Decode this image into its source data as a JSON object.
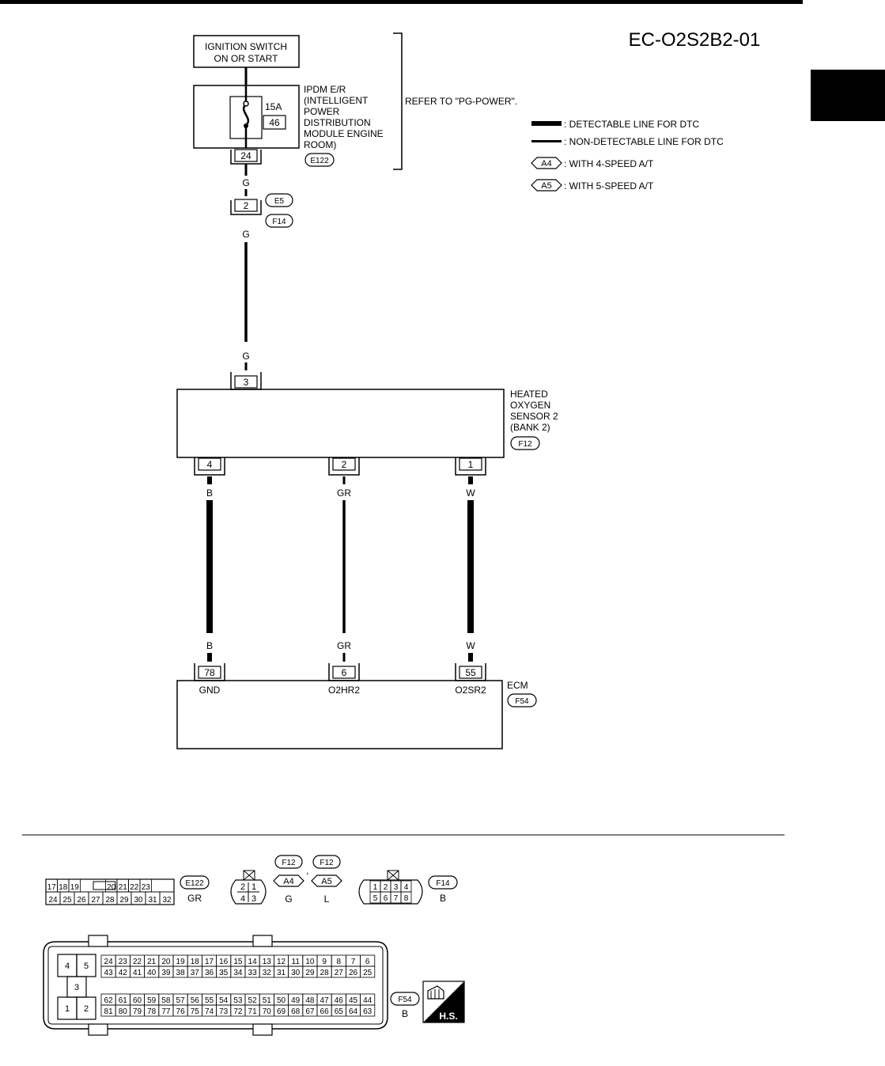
{
  "page_id": "EC-O2S2B2-01",
  "ignition": {
    "line1": "IGNITION SWITCH",
    "line2": "ON OR START"
  },
  "ipdm": {
    "lines": [
      "IPDM E/R",
      "(INTELLIGENT",
      "POWER",
      "DISTRIBUTION",
      "MODULE ENGINE",
      "ROOM)"
    ],
    "fuse_rating": "15A",
    "fuse_no": "46",
    "pin": "24",
    "connector": "E122"
  },
  "refer": "REFER TO \"PG-POWER\".",
  "legend": {
    "detectable": ": DETECTABLE LINE FOR DTC",
    "non_detectable": ": NON-DETECTABLE LINE FOR DTC",
    "a4_tag": "A4",
    "a4_text": ": WITH 4-SPEED A/T",
    "a5_tag": "A5",
    "a5_text": ": WITH 5-SPEED A/T"
  },
  "joint": {
    "pin": "2",
    "conn_top": "E5",
    "conn_bottom": "F14"
  },
  "wire_g": "G",
  "sensor": {
    "lines": [
      "HEATED",
      "OXYGEN",
      "SENSOR 2",
      "(BANK 2)"
    ],
    "connector": "F12",
    "top_pin": "3",
    "pins": [
      "4",
      "2",
      "1"
    ]
  },
  "wires": [
    "B",
    "GR",
    "W"
  ],
  "ecm": {
    "label": "ECM",
    "connector": "F54",
    "pins": [
      "78",
      "6",
      "55"
    ],
    "terms": [
      "GND",
      "O2HR2",
      "O2SR2"
    ]
  },
  "conn_e122": {
    "row1": [
      "17",
      "18",
      "19",
      "",
      "20",
      "21",
      "22",
      "23"
    ],
    "row2": [
      "24",
      "25",
      "26",
      "27",
      "28",
      "29",
      "30",
      "31",
      "32"
    ],
    "tag": "E122",
    "color": "GR"
  },
  "conn_f12": {
    "tag": "F12",
    "tag2": "F12",
    "comma": ",",
    "a4": "A4",
    "a5": "A5",
    "color_a4": "G",
    "color_a5": "L",
    "pins": [
      "2",
      "1",
      "4",
      "3"
    ]
  },
  "conn_f14": {
    "tag": "F14",
    "color": "B",
    "row1": [
      "1",
      "2",
      "3",
      "4"
    ],
    "row2": [
      "5",
      "6",
      "7",
      "8"
    ]
  },
  "conn_f54": {
    "tag": "F54",
    "color": "B",
    "left": [
      "4",
      "5",
      "3",
      "1",
      "2"
    ],
    "row1": [
      "24",
      "23",
      "22",
      "21",
      "20",
      "19",
      "18",
      "17",
      "16",
      "15",
      "14",
      "13",
      "12",
      "11",
      "10",
      "9",
      "8",
      "7",
      "6"
    ],
    "row2": [
      "43",
      "42",
      "41",
      "40",
      "39",
      "38",
      "37",
      "36",
      "35",
      "34",
      "33",
      "32",
      "31",
      "30",
      "29",
      "28",
      "27",
      "26",
      "25"
    ],
    "row3": [
      "62",
      "61",
      "60",
      "59",
      "58",
      "57",
      "56",
      "55",
      "54",
      "53",
      "52",
      "51",
      "50",
      "49",
      "48",
      "47",
      "46",
      "45",
      "44"
    ],
    "row4": [
      "81",
      "80",
      "79",
      "78",
      "77",
      "76",
      "75",
      "74",
      "73",
      "72",
      "71",
      "70",
      "69",
      "68",
      "67",
      "66",
      "65",
      "64",
      "63"
    ],
    "hs": "H.S."
  }
}
